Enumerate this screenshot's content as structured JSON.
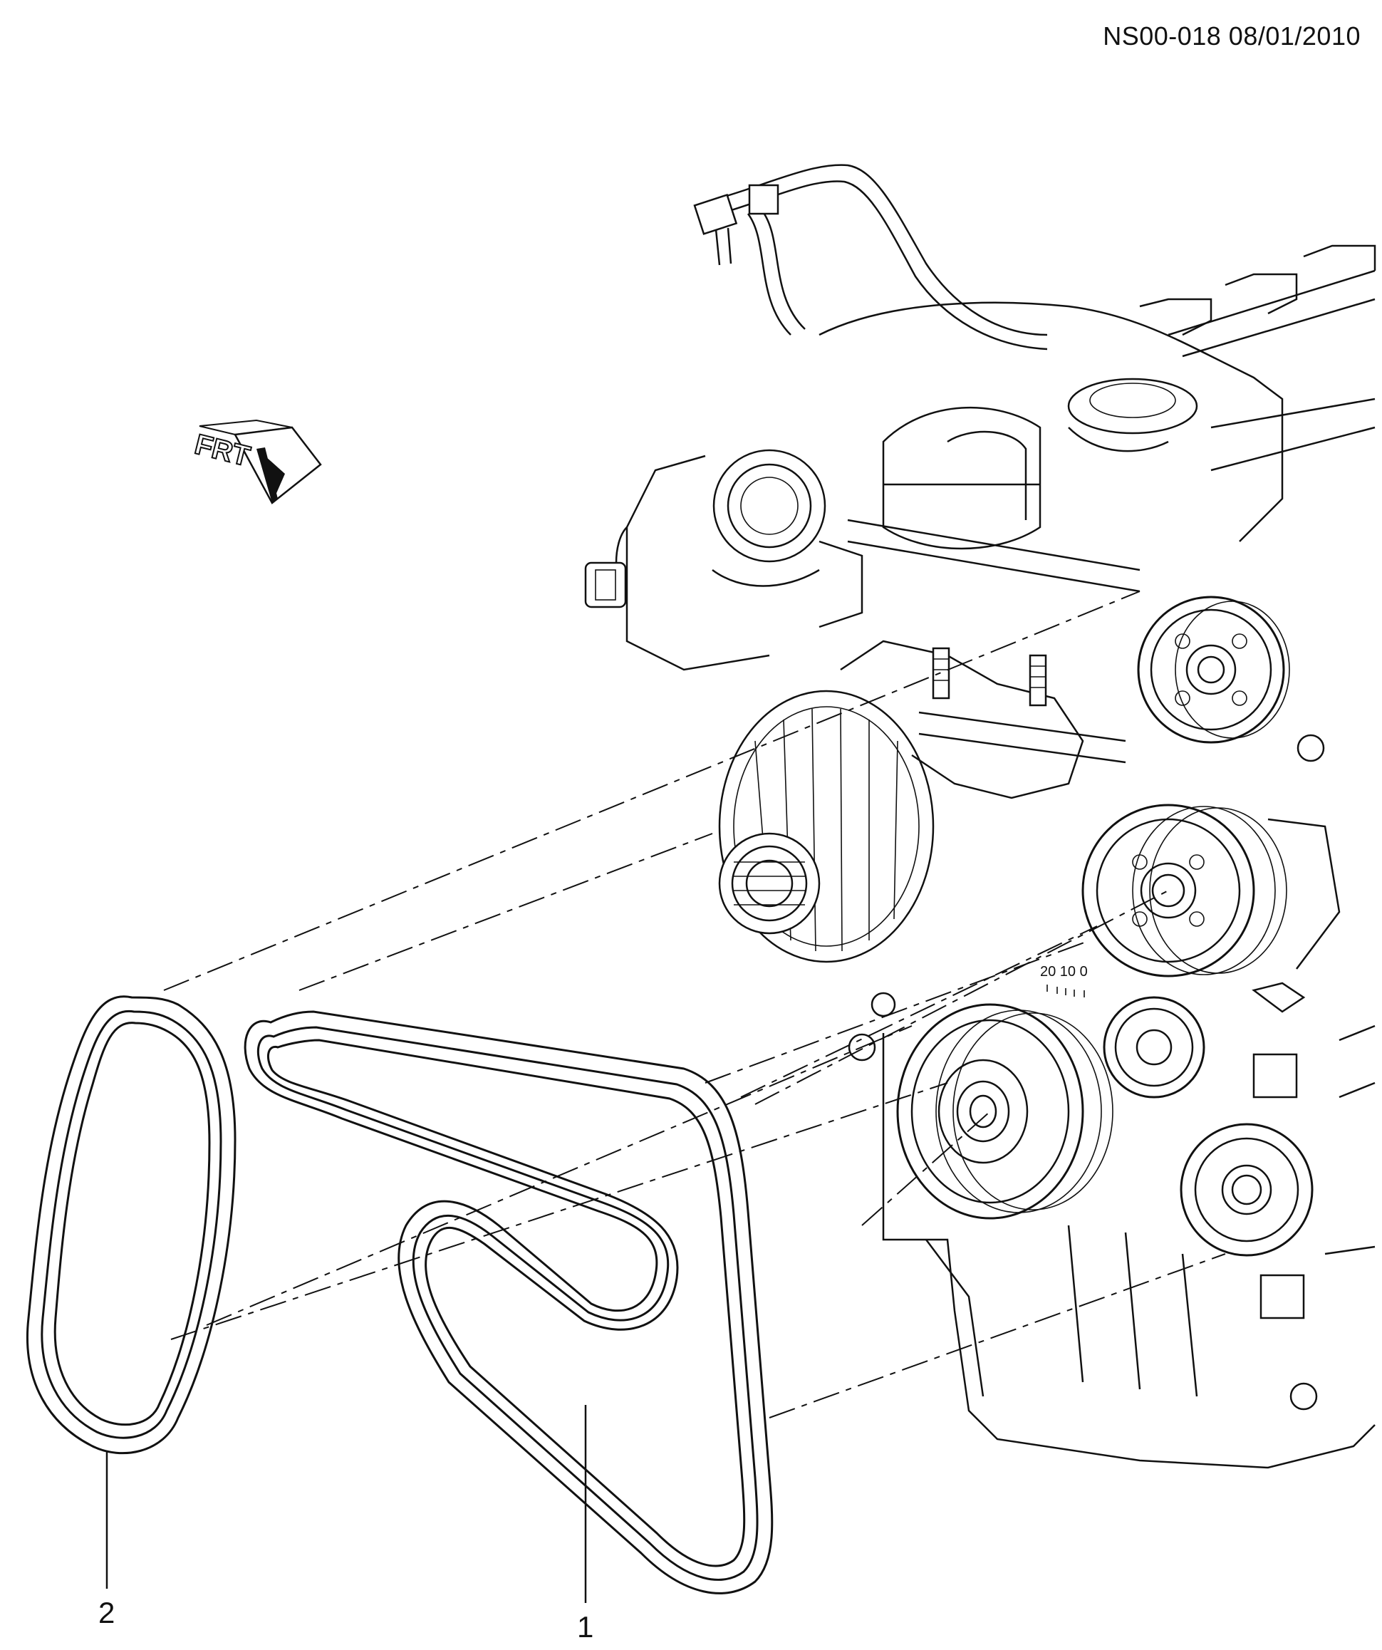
{
  "header": {
    "document_id": "NS00-018 08/01/2010"
  },
  "orientation_marker": {
    "text": "FRT",
    "icon": "front-direction-arrow-icon"
  },
  "callouts": [
    {
      "number": "1",
      "part": "belt-1"
    },
    {
      "number": "2",
      "part": "belt-2"
    }
  ]
}
